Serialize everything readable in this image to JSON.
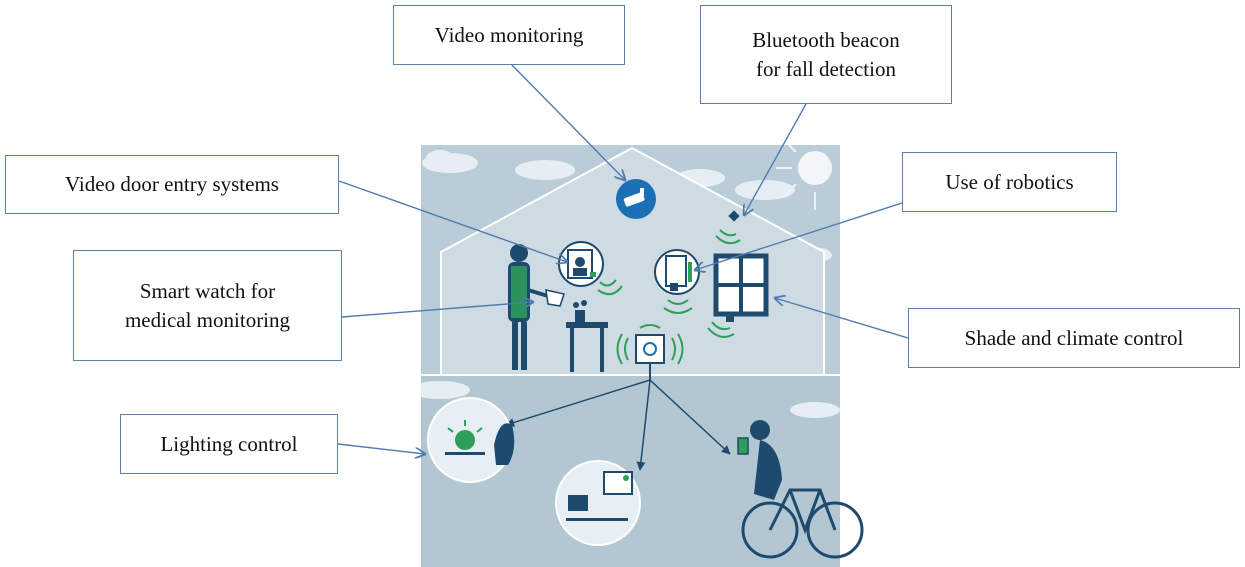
{
  "diagram": {
    "labels": {
      "video_monitoring": "Video monitoring",
      "bluetooth_beacon": [
        "Bluetooth beacon",
        "for fall detection"
      ],
      "video_door_entry": "Video door entry systems",
      "use_of_robotics": "Use of robotics",
      "smart_watch": [
        "Smart watch for",
        "medical monitoring"
      ],
      "shade_climate": "Shade and climate control",
      "lighting_control": "Lighting control"
    },
    "colors": {
      "sky": "#b9ccd8",
      "house_bg": "#c3d3dd",
      "lower_bg": "#b3c7d3",
      "navy": "#1e4a6e",
      "accent_blue": "#1a6fb5",
      "signal_green": "#2e9e5b",
      "callout_border": "#5b7fa6",
      "arrow": "#4f7cb0"
    }
  }
}
